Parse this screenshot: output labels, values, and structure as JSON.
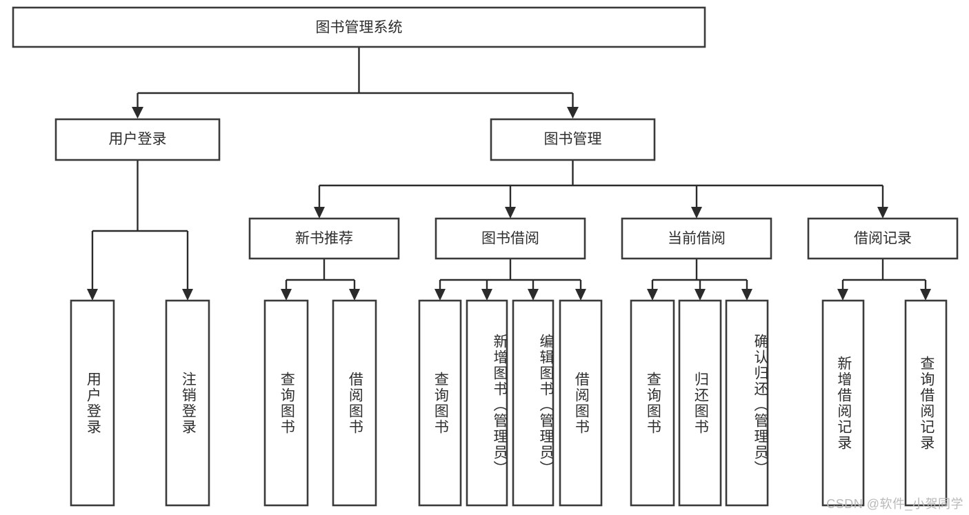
{
  "diagram": {
    "title": "图书管理系统",
    "type": "tree-hierarchy-chart",
    "colors": {
      "box_stroke": "#3a3a3a",
      "box_fill": "#ffffff",
      "connector": "#2b2b2b",
      "text": "#2e2e2e",
      "background": "#ffffff",
      "watermark": "#b9b9b9"
    },
    "root": {
      "label": "图书管理系统"
    },
    "level2": [
      {
        "label": "用户登录"
      },
      {
        "label": "图书管理"
      }
    ],
    "level3": [
      {
        "label": "新书推荐"
      },
      {
        "label": "图书借阅"
      },
      {
        "label": "当前借阅"
      },
      {
        "label": "借阅记录"
      }
    ],
    "leaves": {
      "user_login": [
        {
          "label": "用户登录"
        },
        {
          "label": "注销登录"
        }
      ],
      "new_book_recommend": [
        {
          "label": "查询图书"
        },
        {
          "label": "借阅图书"
        }
      ],
      "book_borrow": [
        {
          "label": "查询图书"
        },
        {
          "label": "新增图书（管理员）"
        },
        {
          "label": "编辑图书（管理员）"
        },
        {
          "label": "借阅图书"
        }
      ],
      "current_borrow": [
        {
          "label": "查询图书"
        },
        {
          "label": "归还图书"
        },
        {
          "label": "确认归还（管理员）"
        }
      ],
      "borrow_record": [
        {
          "label": "新增借阅记录"
        },
        {
          "label": "查询借阅记录"
        }
      ]
    }
  },
  "watermark": {
    "text": "CSDN @软件_小贺同学"
  }
}
